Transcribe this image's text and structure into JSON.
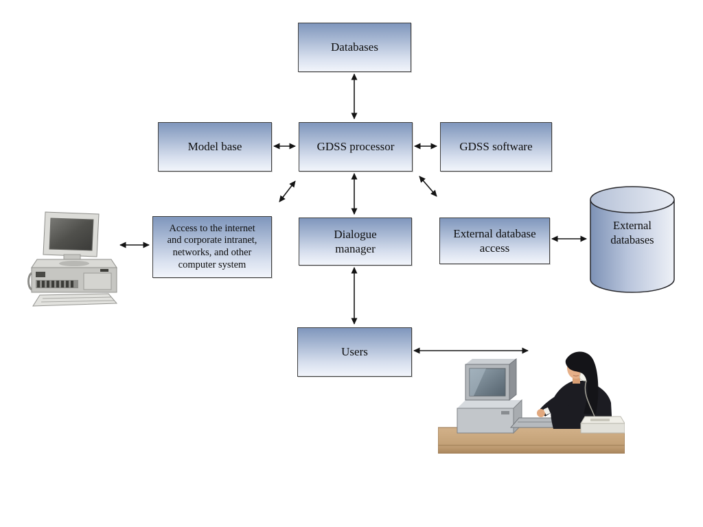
{
  "diagram": {
    "title": "GDSS architecture diagram",
    "nodes": {
      "databases": {
        "label": "Databases"
      },
      "model_base": {
        "label": "Model base"
      },
      "gdss_processor": {
        "label": "GDSS processor"
      },
      "gdss_software": {
        "label": "GDSS software"
      },
      "access": {
        "label": "Access to the internet\nand corporate intranet,\nnetworks, and other\ncomputer system"
      },
      "dialogue_manager": {
        "label": "Dialogue\nmanager"
      },
      "external_db_access": {
        "label": "External database\naccess"
      },
      "external_databases": {
        "label": "External\ndatabases"
      },
      "users": {
        "label": "Users"
      }
    },
    "edges": [
      {
        "from": "databases",
        "to": "gdss_processor",
        "bidirectional": true
      },
      {
        "from": "model_base",
        "to": "gdss_processor",
        "bidirectional": true
      },
      {
        "from": "gdss_processor",
        "to": "gdss_software",
        "bidirectional": true
      },
      {
        "from": "gdss_processor",
        "to": "access",
        "bidirectional": true
      },
      {
        "from": "gdss_processor",
        "to": "dialogue_manager",
        "bidirectional": true
      },
      {
        "from": "gdss_processor",
        "to": "external_db_access",
        "bidirectional": true
      },
      {
        "from": "external_db_access",
        "to": "external_databases",
        "bidirectional": true
      },
      {
        "from": "dialogue_manager",
        "to": "users",
        "bidirectional": true
      },
      {
        "from": "users",
        "to": "person_at_desk_illustration",
        "bidirectional": true
      },
      {
        "from": "desktop_computer_illustration",
        "to": "access",
        "bidirectional": true
      }
    ],
    "illustrations": {
      "left": "desktop computer",
      "bottom_right": "woman at desk talking on phone with computer"
    },
    "colors": {
      "background": "#ffffff",
      "box_gradient_top": "#7f96bc",
      "box_gradient_bottom": "#f2f5fb",
      "box_border": "#3c3c3c",
      "arrow": "#141414",
      "cylinder_left": "#7d92b6",
      "cylinder_right": "#eef1f7",
      "desk": "#c7a67e"
    }
  }
}
